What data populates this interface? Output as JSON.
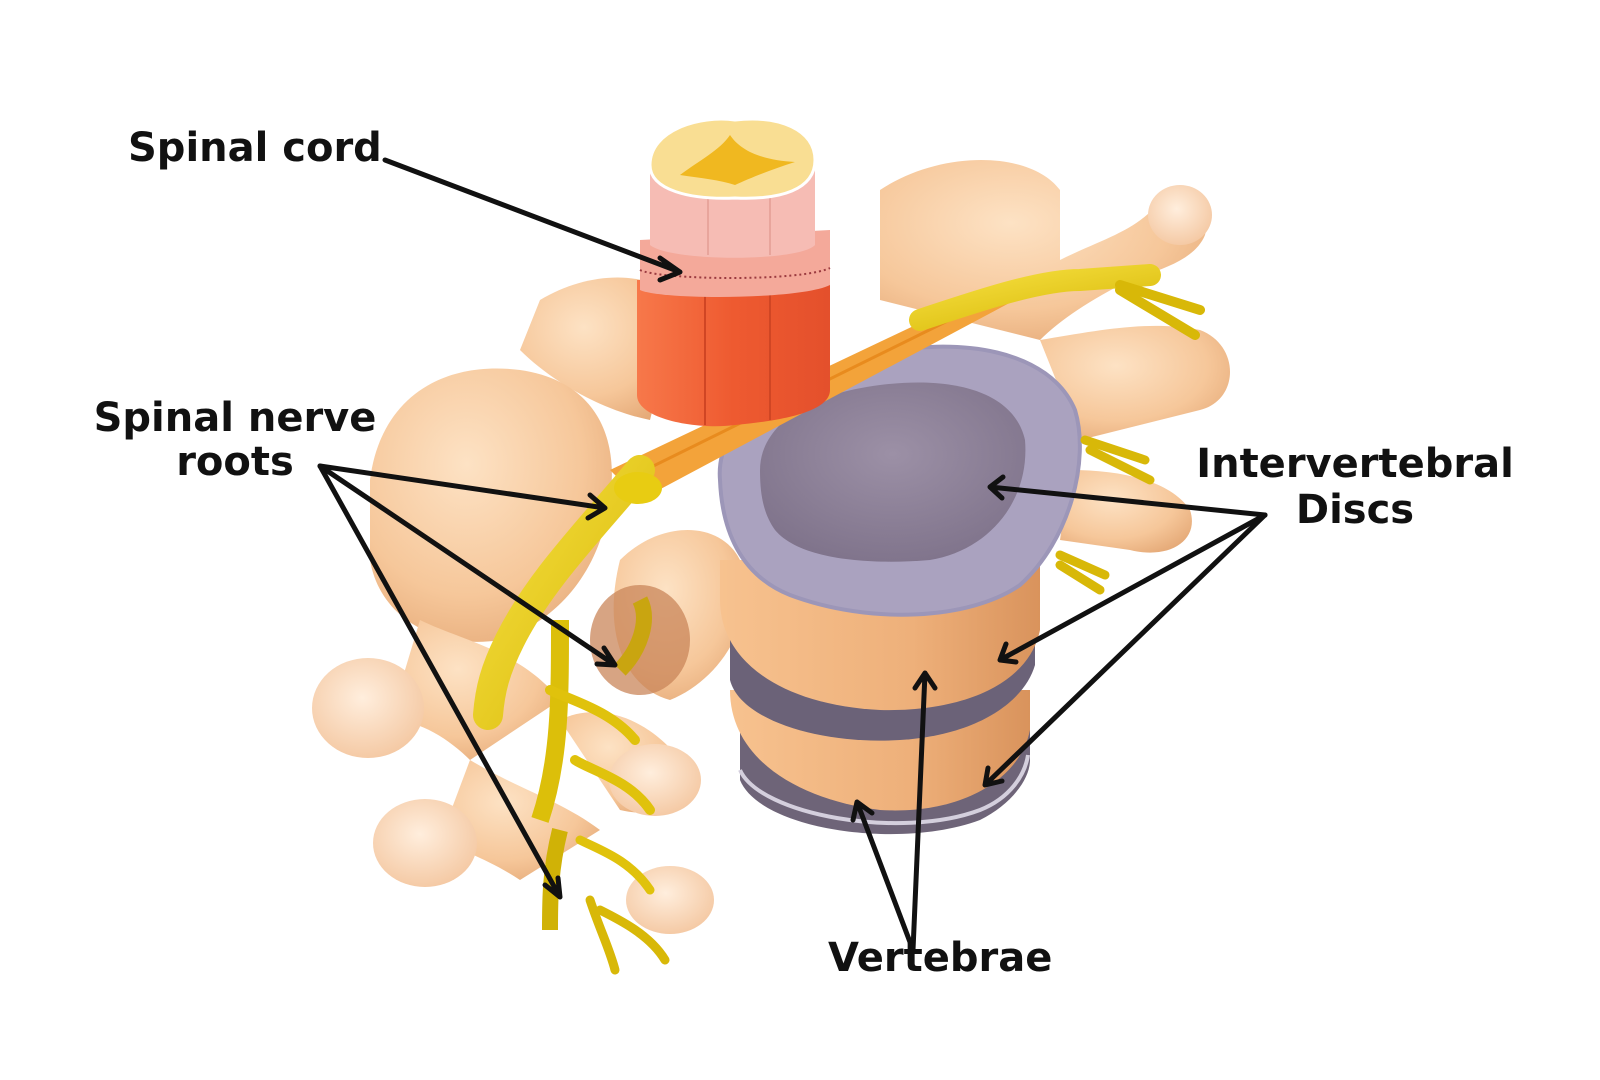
{
  "title": "Spine anatomy diagram",
  "labels": {
    "spinal_cord": "Spinal cord",
    "spinal_nerve_roots_line1": "Spinal nerve",
    "spinal_nerve_roots_line2": "roots",
    "intervertebral_discs_line1": "Intervertebral",
    "intervertebral_discs_line2": "Discs",
    "vertebrae": "Vertebrae"
  },
  "structures": [
    {
      "name": "spinal-cord",
      "arrows": 1
    },
    {
      "name": "spinal-nerve-roots",
      "arrows": 3
    },
    {
      "name": "intervertebral-discs",
      "arrows": 3
    },
    {
      "name": "vertebrae",
      "arrows": 2
    }
  ],
  "colors": {
    "background": "#ffffff",
    "bone": "#f6c79a",
    "bone_light": "#fde0c0",
    "bone_shadow": "#e4a572",
    "nerve": "#e8cc12",
    "nerve_dark": "#b89a06",
    "cord_muscle": "#f0623a",
    "cord_pink": "#f6b3ad",
    "cord_top": "#f8dd8a",
    "grey_matter": "#f0b820",
    "disc_outer": "#a8a0bd",
    "disc_inner": "#8a7f96",
    "dura": "#f3a33a",
    "arrow": "#111111",
    "label_text": "#111111"
  }
}
